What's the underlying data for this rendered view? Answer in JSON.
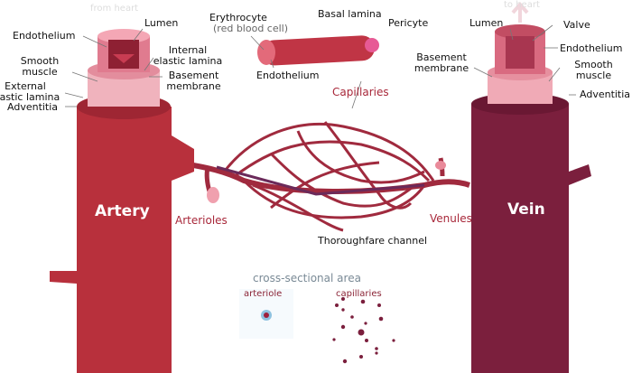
{
  "artery": {
    "title": "Artery",
    "direction": "from heart",
    "labels": [
      "Endothelium",
      "Lumen",
      "Smooth muscle",
      "Internal elastic lamina",
      "Basement membrane",
      "External elastic lamina",
      "Adventitia"
    ]
  },
  "capillary": {
    "erythrocyte": "Erythrocyte",
    "erythrocyte_note": "(red blood cell)",
    "basal_lamina": "Basal lamina",
    "pericyte": "Pericyte",
    "endothelium": "Endothelium",
    "capillaries": "Capillaries",
    "arterioles": "Arterioles",
    "venules": "Venules",
    "thoroughfare": "Thoroughfare channel"
  },
  "vein": {
    "title": "Vein",
    "direction": "to heart",
    "labels": [
      "Lumen",
      "Valve",
      "Endothelium",
      "Basement membrane",
      "Smooth muscle",
      "Adventitia"
    ]
  },
  "cross_section": {
    "title": "cross-sectional area",
    "arteriole": "arteriole",
    "capillaries": "capillaries"
  },
  "colors": {
    "artery": "#b8303c",
    "vein": "#7b1f3d",
    "inner": "#e98a9a",
    "label_red": "#a8283a"
  }
}
